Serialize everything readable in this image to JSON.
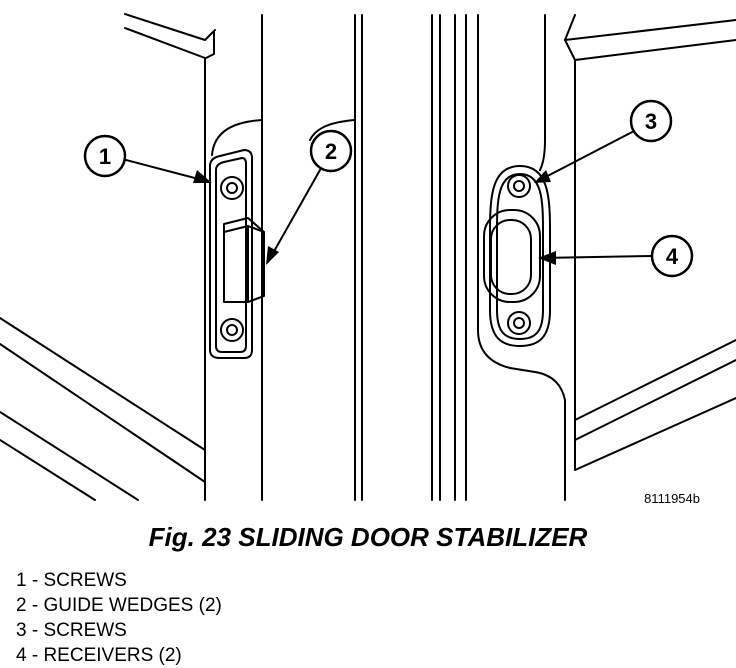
{
  "figure": {
    "code": "8111954b",
    "caption": "Fig. 23 SLIDING DOOR STABILIZER"
  },
  "callouts": [
    {
      "number": "1"
    },
    {
      "number": "2"
    },
    {
      "number": "3"
    },
    {
      "number": "4"
    }
  ],
  "legend": [
    {
      "label": "1 - SCREWS"
    },
    {
      "label": "2 - GUIDE WEDGES (2)"
    },
    {
      "label": "3 - SCREWS"
    },
    {
      "label": "4 - RECEIVERS (2)"
    }
  ]
}
